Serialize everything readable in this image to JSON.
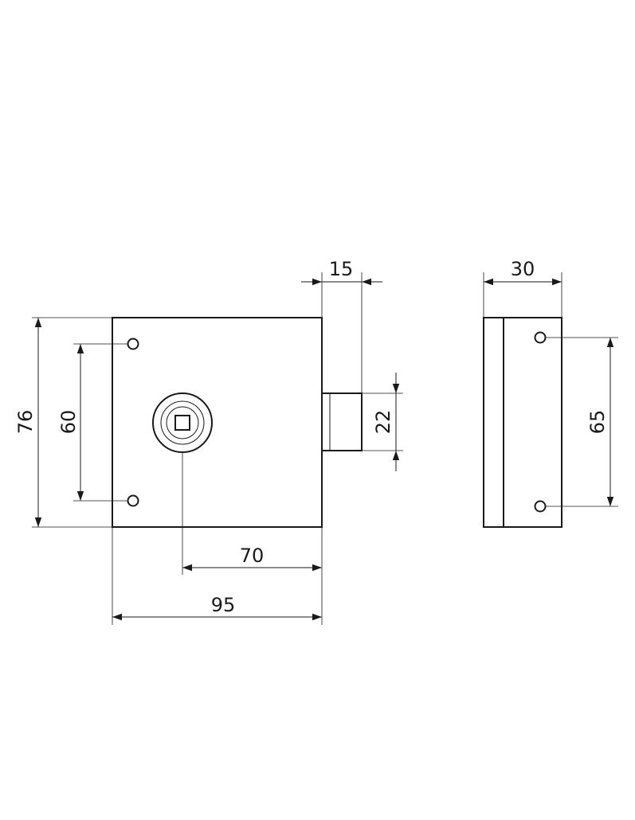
{
  "dimensions": {
    "body_width": "95",
    "spindle_to_edge": "70",
    "body_height": "76",
    "front_screw_spacing": "60",
    "bolt_throw": "15",
    "bolt_height": "22",
    "depth": "30",
    "side_screw_spacing": "65"
  },
  "colors": {
    "line": "#1a1a1a",
    "background": "#ffffff"
  }
}
